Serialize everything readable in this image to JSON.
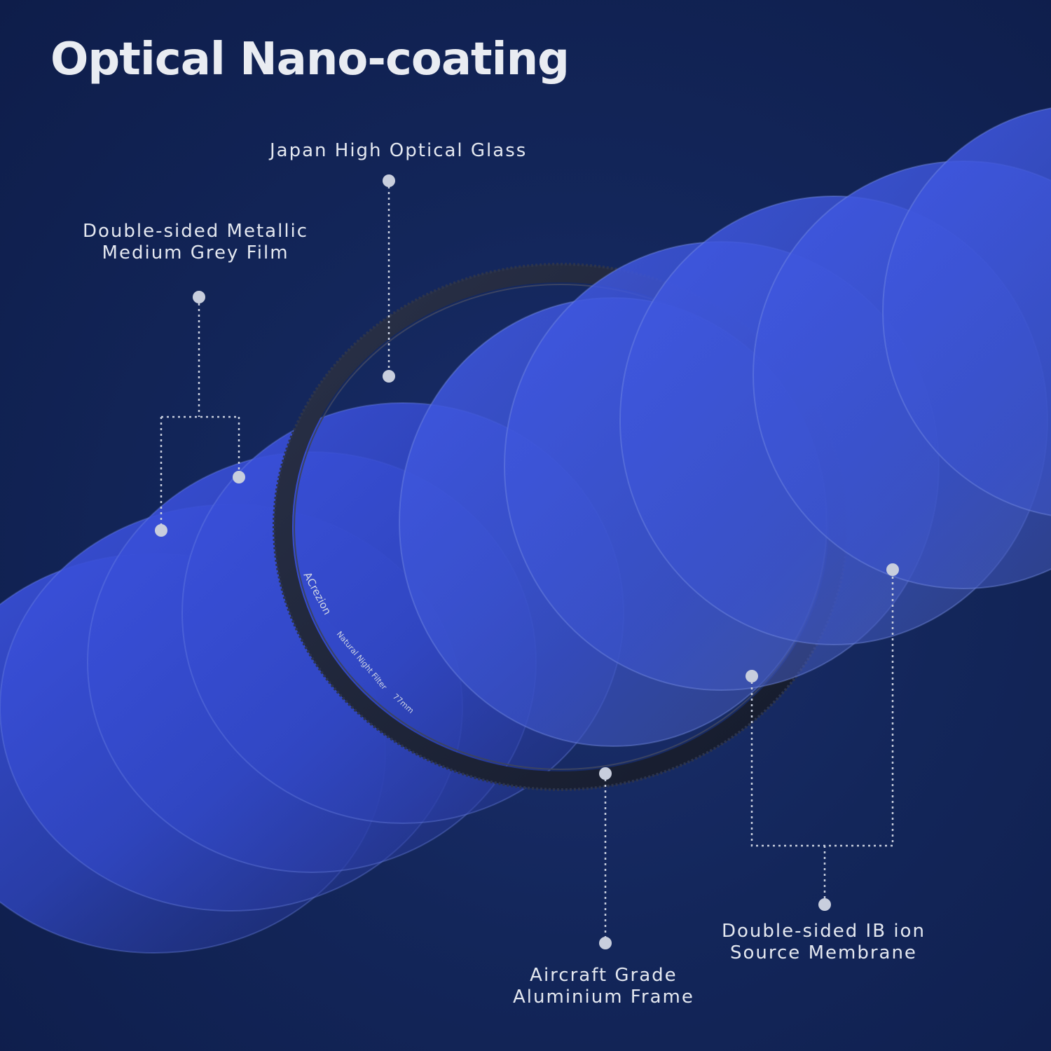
{
  "title": "Optical Nano-coating",
  "colors": {
    "background": "#13265a",
    "disc_fill": "#3a4fd6",
    "frame": "#1c2336",
    "text": "#e4e8f0",
    "dot": "#c8cedd",
    "leader": "#c8cedd"
  },
  "labels": {
    "glass": {
      "line1": "Japan High Optical Glass"
    },
    "film": {
      "line1": "Double-sided Metallic",
      "line2": "Medium Grey Film"
    },
    "frame": {
      "line1": "Aircraft Grade",
      "line2": "Aluminium Frame"
    },
    "membrane": {
      "line1": "Double-sided IB ion",
      "line2": "Source Membrane"
    }
  },
  "filter_ring": {
    "brand": "ACrezion",
    "model": "Natural Night Filter",
    "size": "77mm"
  }
}
